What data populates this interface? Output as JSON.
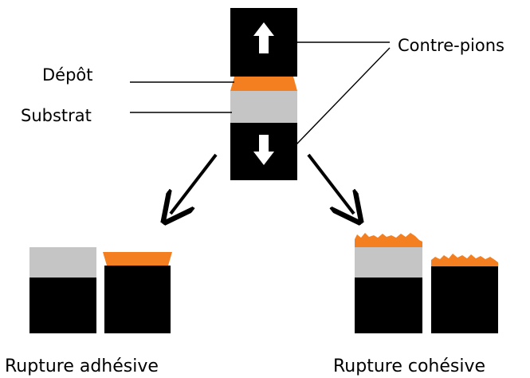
{
  "labels": {
    "depot": "Dépôt",
    "substrat": "Substrat",
    "contre_pions": "Contre-pions",
    "rupture_adhesive": "Rupture adhésive",
    "rupture_cohesive": "Rupture cohésive"
  },
  "colors": {
    "pin": "#000000",
    "coating": "#f47f20",
    "substrate": "#c5c5c5",
    "arrow": "#ffffff",
    "line": "#000000"
  },
  "icons": {
    "pin_up": "arrow-up-icon",
    "pin_down": "arrow-down-icon",
    "split_left": "arrow-down-left-icon",
    "split_right": "arrow-down-right-icon"
  }
}
